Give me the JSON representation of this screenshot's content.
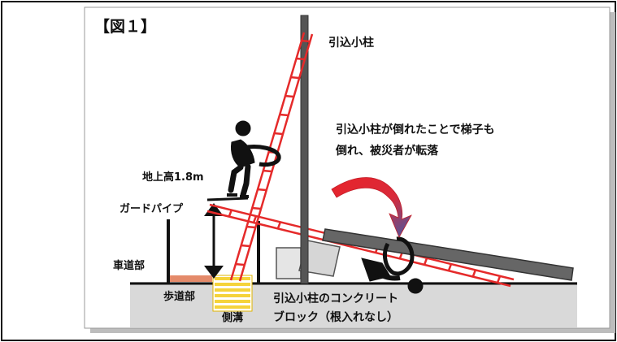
{
  "figure": {
    "label": "【図１】"
  },
  "labels": {
    "pole": "引込小柱",
    "caption_line1": "引込小柱が倒れたことで梯子も",
    "caption_line2": "倒れ、被災者が転落",
    "height": "地上高1.8m",
    "guard_pipe": "ガードパイプ",
    "roadway": "車道部",
    "sidewalk": "歩道部",
    "ditch": "側溝",
    "block_line1": "引込小柱のコンクリート",
    "block_line2": "ブロック（根入れなし）"
  },
  "colors": {
    "border": "#1a1a1a",
    "ground": "#d9d9d9",
    "pole": "#555555",
    "ladder": "#e52a2a",
    "arrow_red": "#e8232a",
    "arrow_blue": "#3f5aa8",
    "ditch": "#f5d33a",
    "sidewalk": "#e48a6a",
    "figure": "#111111"
  }
}
